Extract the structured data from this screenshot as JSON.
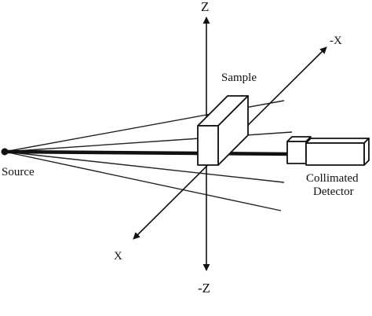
{
  "labels": {
    "z_positive": "Z",
    "z_negative": "-Z",
    "x_positive": "X",
    "x_negative": "-X",
    "sample": "Sample",
    "source": "Source",
    "detector_line1": "Collimated",
    "detector_line2": "Detector"
  },
  "colors": {
    "ink": "#111111",
    "background": "#ffffff"
  }
}
